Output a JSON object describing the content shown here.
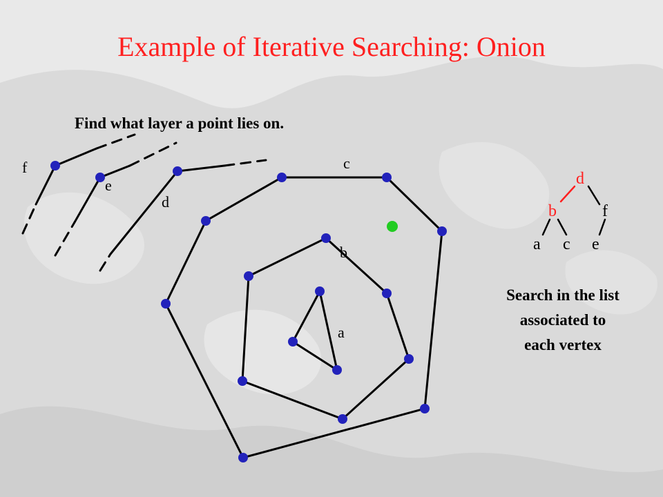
{
  "slide": {
    "title": "Example of Iterative Searching: Onion",
    "subtitle": "Find what layer a point lies on.",
    "note_lines": [
      "Search in the list",
      "associated to",
      "each vertex"
    ]
  },
  "layers": {
    "a": "a",
    "b": "b",
    "c": "c",
    "d": "d",
    "e": "e",
    "f": "f"
  },
  "tree": {
    "root": "d",
    "left": "b",
    "right": "f",
    "left_left": "a",
    "left_right": "c",
    "right_left": "e"
  },
  "colors": {
    "title": "#ff2020",
    "vertex": "#2222bb",
    "query_point": "#22cc22",
    "tree_highlight": "#ff2020",
    "edges": "#000000"
  }
}
